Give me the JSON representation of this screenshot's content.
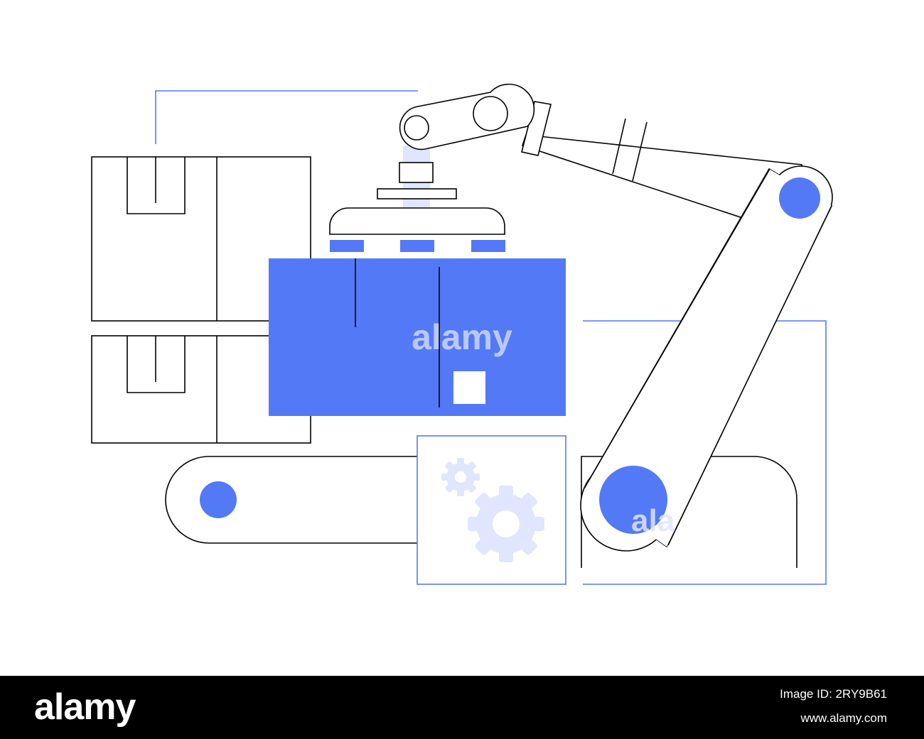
{
  "colors": {
    "accent": "#5479f7",
    "accent_light": "#dfe6fd",
    "line": "#000000",
    "background": "#ffffff",
    "footer": "#000000"
  },
  "watermark": {
    "text": "alamy"
  },
  "footer": {
    "logo": "alamy",
    "image_id": "Image ID: 2RY9B61",
    "url": "www.alamy.com"
  },
  "icons": [
    "robotic-arm-icon",
    "cardboard-box-icon",
    "conveyor-belt-icon",
    "gear-icon"
  ]
}
